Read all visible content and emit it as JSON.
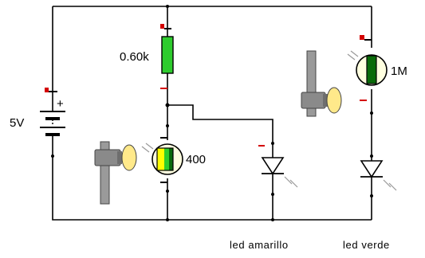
{
  "colors": {
    "wire": "#000000",
    "positive_marker": "#d40000",
    "resistor_fill": "#2ecc2e",
    "ldr_dark": "#0a6b0a",
    "ldr_yellow": "#ffff00",
    "ldr_bg": "#ffffe0",
    "lamp_body": "#8a8a8a",
    "lamp_light": "#ffe98a"
  },
  "components": {
    "battery": {
      "voltage_label": "5V",
      "plus_sign": "+"
    },
    "resistor": {
      "value_label": "0.60k"
    },
    "ldr_left": {
      "value_label": "400"
    },
    "ldr_right": {
      "value_label": "1M"
    },
    "led_yellow": {
      "label": "led amarillo"
    },
    "led_green": {
      "label": "led verde"
    }
  },
  "icons": [
    "battery-icon",
    "resistor-icon",
    "ldr-icon",
    "led-icon",
    "lamp-icon",
    "slider-handle-icon"
  ]
}
